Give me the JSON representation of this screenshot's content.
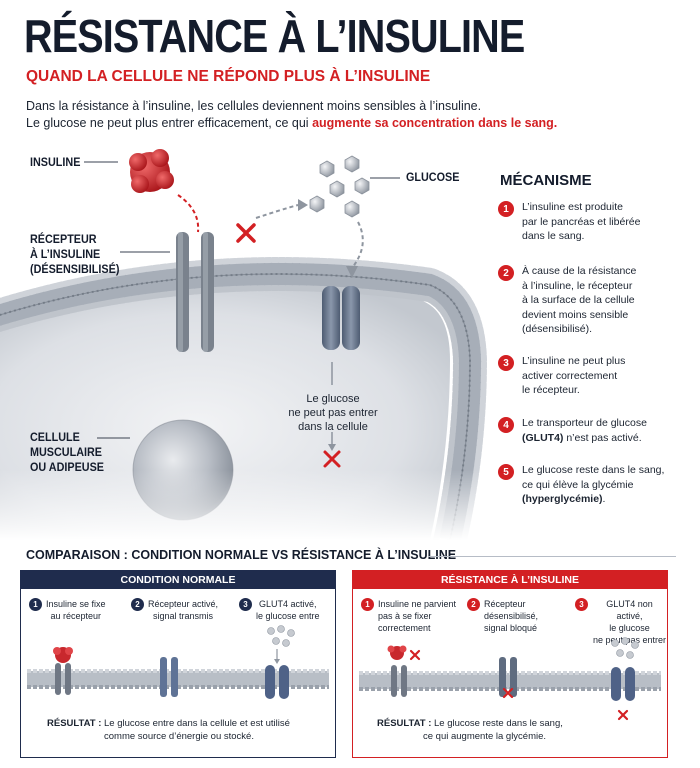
{
  "header": {
    "title": "RÉSISTANCE À L’INSULINE",
    "subtitle": "QUAND LA CELLULE NE RÉPOND PLUS À L’INSULINE",
    "intro_line1": "Dans la résistance à l’insuline, les cellules deviennent moins sensibles à l’insuline.",
    "intro_line2_plain": "Le glucose ne peut plus entrer efficacement, ce qui ",
    "intro_line2_bold": "augmente sa concentration dans le sang."
  },
  "diagram": {
    "label_insuline": "INSULINE",
    "label_glucose": "GLUCOSE",
    "label_recepteur_1": "RÉCEPTEUR",
    "label_recepteur_2": "À L’INSULINE",
    "label_recepteur_3": "(DÉSENSIBILISÉ)",
    "label_cell_1": "CELLULE",
    "label_cell_2": "MUSCULAIRE",
    "label_cell_3": "OU ADIPEUSE",
    "glucose_note_1": "Le glucose",
    "glucose_note_2": "ne peut pas entrer",
    "glucose_note_3": "dans la cellule"
  },
  "mechanism": {
    "title": "MÉCANISME",
    "steps": [
      {
        "num": "1",
        "lines": [
          "L’insuline est produite",
          "par le pancréas et libérée",
          "dans le sang."
        ],
        "bold": ""
      },
      {
        "num": "2",
        "lines": [
          "À cause de la résistance",
          "à l’insuline, le récepteur",
          "à la surface de la cellule",
          "devient moins sensible",
          "(désensibilisé)."
        ],
        "bold": ""
      },
      {
        "num": "3",
        "lines": [
          "L’insuline ne peut plus",
          "activer correctement",
          "le récepteur."
        ],
        "bold": ""
      },
      {
        "num": "4",
        "lines": [
          "Le transporteur de glucose"
        ],
        "bold": "(GLUT4)",
        "after_bold": " n’est pas activé."
      },
      {
        "num": "5",
        "lines": [
          "Le glucose reste dans le sang,",
          "ce qui élève la glycémie"
        ],
        "bold": "(hyperglycémie)",
        "after_bold": "."
      }
    ]
  },
  "comparison": {
    "heading": "COMPARAISON : CONDITION NORMALE VS RÉSISTANCE À L’INSULINE",
    "normal": {
      "header": "CONDITION NORMALE",
      "steps": [
        {
          "num": "1",
          "l1": "Insuline se fixe",
          "l2": "au récepteur",
          "l3": ""
        },
        {
          "num": "2",
          "l1": "Récepteur activé,",
          "l2": "signal transmis",
          "l3": ""
        },
        {
          "num": "3",
          "l1": "GLUT4 activé,",
          "l2": "le glucose entre",
          "l3": ""
        }
      ],
      "result_label": "RÉSULTAT :",
      "result_l1": " Le glucose entre dans la cellule et est utilisé",
      "result_l2": "comme source d’énergie ou stocké."
    },
    "resistance": {
      "header": "RÉSISTANCE À L’INSULINE",
      "steps": [
        {
          "num": "1",
          "l1": "Insuline ne parvient",
          "l2": "pas à se fixer",
          "l3": "correctement"
        },
        {
          "num": "2",
          "l1": "Récepteur",
          "l2": "désensibilisé,",
          "l3": "signal bloqué"
        },
        {
          "num": "3",
          "l1": "GLUT4 non activé,",
          "l2": "le glucose",
          "l3": "ne peut pas entrer"
        }
      ],
      "result_label": "RÉSULTAT :",
      "result_l1": " Le glucose reste dans le sang,",
      "result_l2": "ce qui augmente la glycémie."
    }
  },
  "colors": {
    "accent_red": "#d32023",
    "navy": "#1f2c4d",
    "membrane_gray": "#9aa2ad",
    "receptor_blue": "#6f7f99"
  }
}
